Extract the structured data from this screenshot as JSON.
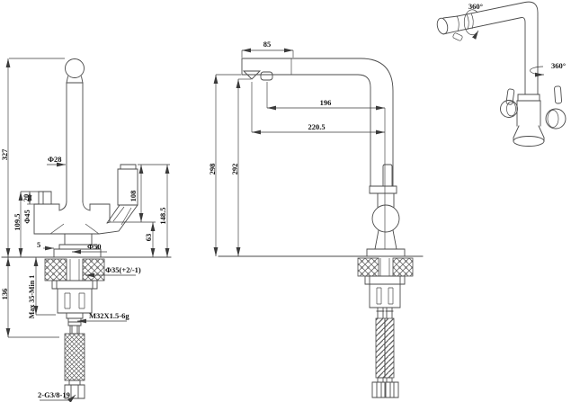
{
  "front_view": {
    "overall_height": "327",
    "deck_to_handle_top": "109.5",
    "lever_height": "20",
    "under_counter_length": "136",
    "clamp_range": "Max 35-Min 1",
    "spout_tube_dia": "Φ28",
    "handle_dia": "Φ45",
    "base_dia": "Φ50",
    "base_step": "5",
    "hole_dia": "Φ35(+2/-1)",
    "shank_thread": "M32X1.5-6g",
    "hose_thread": "2-G3/8-19",
    "right_handle_height": "108",
    "right_handle_top_height": "148.5",
    "body_to_deck": "63"
  },
  "side_view": {
    "spout_end_offset": "85",
    "spout_reach_inner": "196",
    "spout_reach_outer": "220.5",
    "spout_height_outer": "298",
    "spout_height_inner": "292"
  },
  "iso_view": {
    "spout_rotation": "360°",
    "column_rotation": "360°"
  }
}
